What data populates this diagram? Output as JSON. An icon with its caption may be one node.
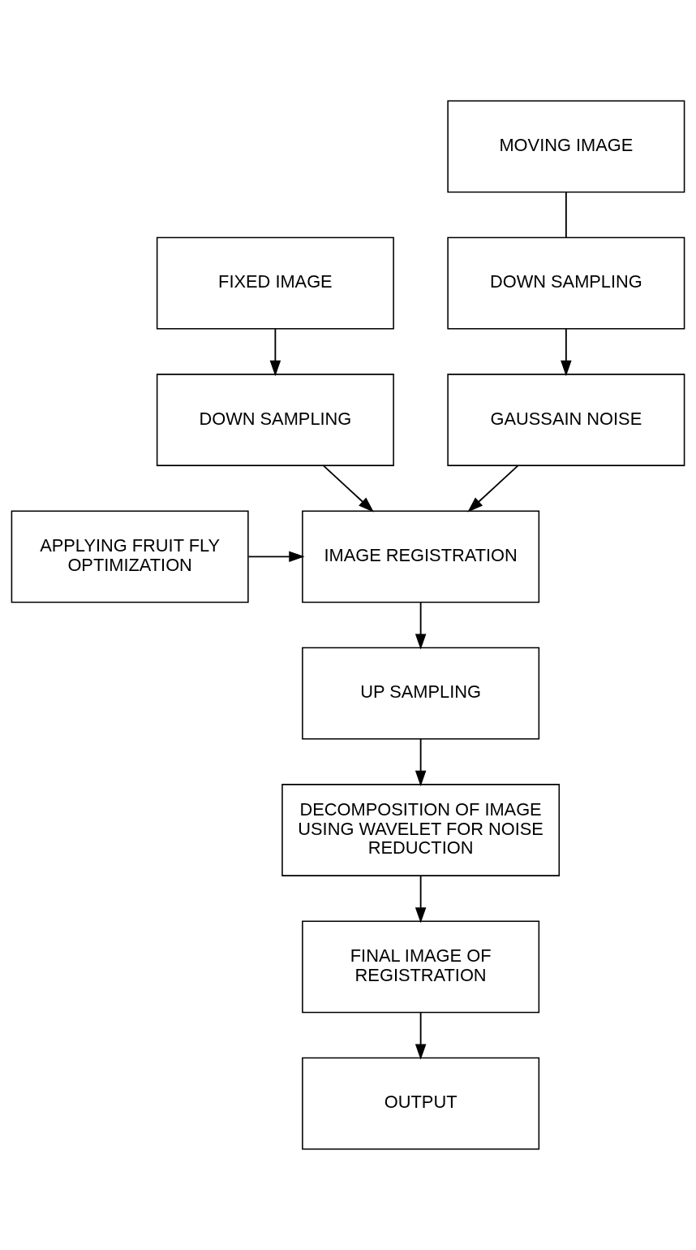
{
  "diagram": {
    "nodes": [
      {
        "text": [
          "FIXED IMAGE"
        ]
      },
      {
        "text": [
          "MOVING IMAGE"
        ]
      },
      {
        "text": [
          "DOWN SAMPLING"
        ]
      },
      {
        "text": [
          "DOWN SAMPLING"
        ]
      },
      {
        "text": [
          "GAUSSAIN NOISE"
        ]
      },
      {
        "text": [
          "IMAGE REGISTRATION"
        ]
      },
      {
        "text": [
          "APPLYING FRUIT FLY OPTIMIZATION"
        ]
      },
      {
        "text": [
          "UP SAMPLING"
        ]
      },
      {
        "text": [
          "DECOMPOSITION OF IMAGE USING WAVELET FOR NOISE REDUCTION"
        ]
      },
      {
        "text": [
          "FINAL IMAGE OF REGISTRATION"
        ]
      },
      {
        "text": [
          "OUTPUT"
        ]
      }
    ],
    "edges": [
      {
        "from": 0,
        "to": 2,
        "arrow": "to"
      },
      {
        "from": 1,
        "to": 3,
        "arrow": "none"
      },
      {
        "from": 3,
        "to": 4,
        "arrow": "to"
      },
      {
        "from": 2,
        "to": 5,
        "arrow": "to"
      },
      {
        "from": 4,
        "to": 5,
        "arrow": "to"
      },
      {
        "from": 6,
        "to": 5,
        "arrow": "to"
      },
      {
        "from": 5,
        "to": 7,
        "arrow": "to"
      },
      {
        "from": 7,
        "to": 8,
        "arrow": "to"
      },
      {
        "from": 8,
        "to": 9,
        "arrow": "to"
      },
      {
        "from": 9,
        "to": 10,
        "arrow": "to"
      }
    ]
  }
}
